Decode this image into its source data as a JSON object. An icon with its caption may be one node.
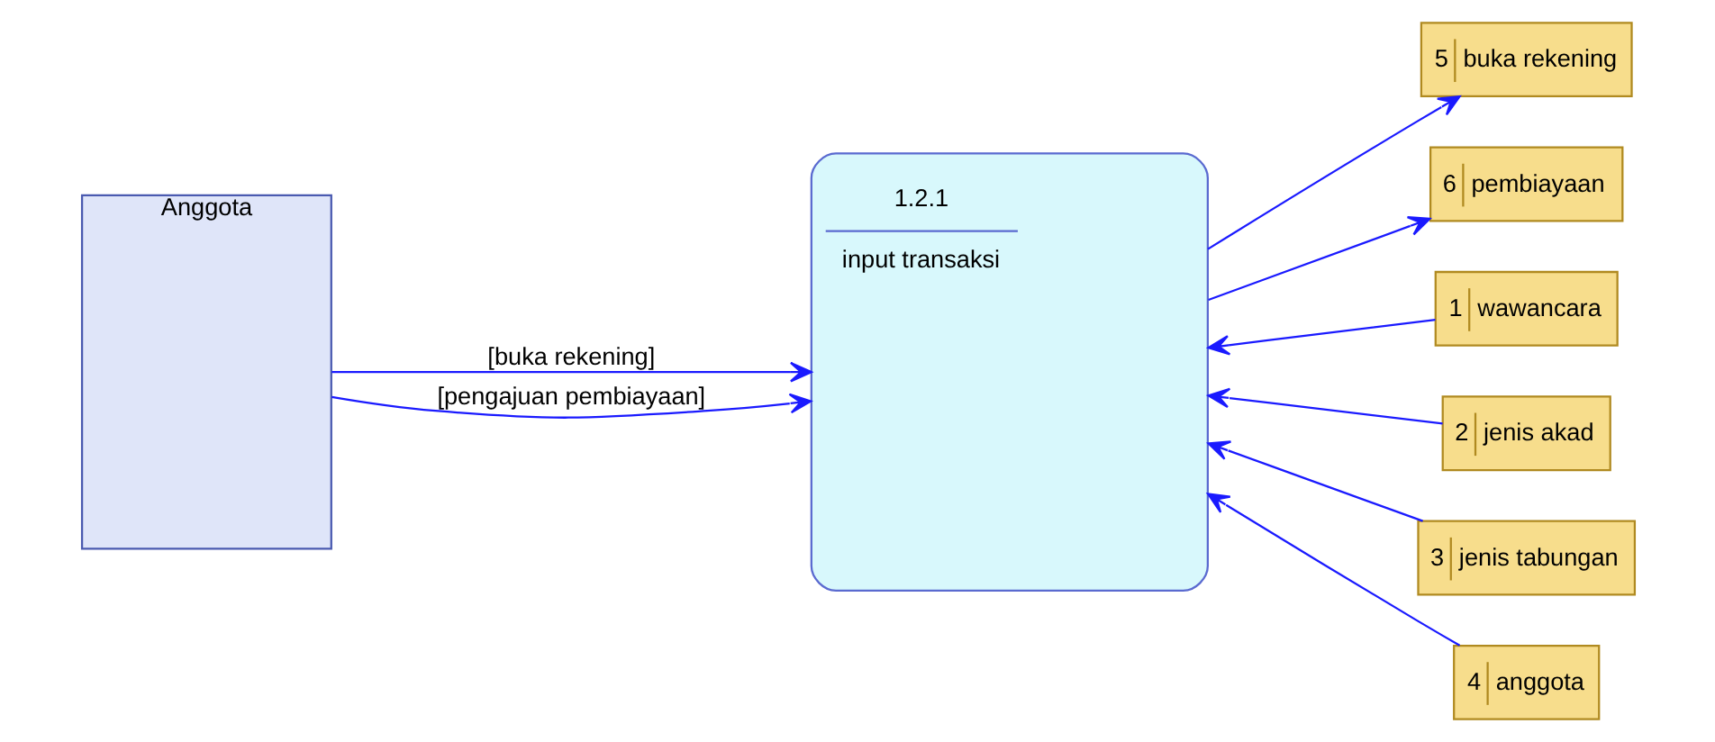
{
  "diagram": {
    "nodes": [
      {
        "text": [
          "Anggota"
        ]
      },
      {
        "text": [
          "1.2.1",
          "input transaksi"
        ]
      },
      {
        "text": [
          "1",
          "wawancara"
        ]
      },
      {
        "text": [
          "2",
          "jenis akad"
        ]
      },
      {
        "text": [
          "3",
          "jenis tabungan"
        ]
      },
      {
        "text": [
          "4",
          "anggota"
        ]
      },
      {
        "text": [
          "5",
          "buka rekening"
        ]
      },
      {
        "text": [
          "6",
          "pembiayaan"
        ]
      }
    ],
    "edges": [
      {
        "from": 0,
        "to": 1,
        "arrow": "to",
        "label": "[buka rekening]"
      },
      {
        "from": 0,
        "to": 1,
        "arrow": "to",
        "label": "[pengajuan pembiayaan]"
      },
      {
        "from": 2,
        "to": 1,
        "arrow": "to"
      },
      {
        "from": 3,
        "to": 1,
        "arrow": "to"
      },
      {
        "from": 4,
        "to": 1,
        "arrow": "to"
      },
      {
        "from": 5,
        "to": 1,
        "arrow": "to"
      },
      {
        "from": 1,
        "to": 6,
        "arrow": "to"
      },
      {
        "from": 1,
        "to": 7,
        "arrow": "to"
      }
    ]
  }
}
